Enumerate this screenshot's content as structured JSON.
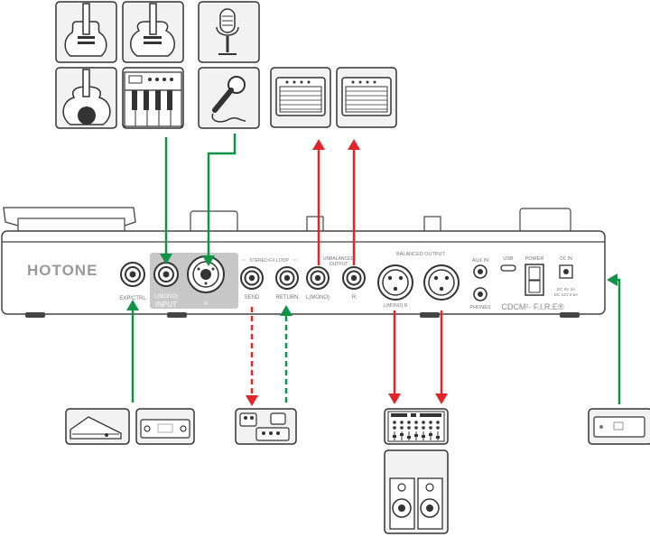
{
  "device": {
    "brand": "HOTONE",
    "model": "CDCM²· F.I.R.E®",
    "labels": {
      "exp_ctrl": "EXP/CTRL",
      "input_small": "L(MONO)",
      "input": "INPUT",
      "input_r": "R",
      "stereo_fx_loop": "STEREO FX LOOP",
      "send": "SEND",
      "return": "RETURN",
      "unbalanced_output_1": "UNBALANCED",
      "unbalanced_output_2": "OUTPUT",
      "out_l": "L(MONO)",
      "out_r": "R",
      "balanced_output": "BALANCED OUTPUT",
      "bal_lr": "L(MONO)  R",
      "aux_in": "AUX IN",
      "phones": "PHONES",
      "usb": "USB",
      "power": "POWER",
      "dcin": "DC IN",
      "dc_spec_1": "DC   9V 3A",
      "dc_spec_2": "DC 12V 2.5A"
    }
  },
  "colors": {
    "green": "#0f9447",
    "red": "#e0262b",
    "outline": "#333333",
    "icon_bg": "#f2f2f2",
    "input_panel": "#c8c8c8"
  },
  "icons": [
    "electric-guitar-icon",
    "acoustic-guitar-icon",
    "classical-guitar-icon",
    "keyboard-icon",
    "studio-microphone-icon",
    "handheld-microphone-icon",
    "guitar-amp-icon",
    "expression-pedal-icon",
    "footswitch-icon",
    "effects-pedals-icon",
    "mixer-icon",
    "studio-monitors-icon",
    "wall-outlet-icon"
  ]
}
